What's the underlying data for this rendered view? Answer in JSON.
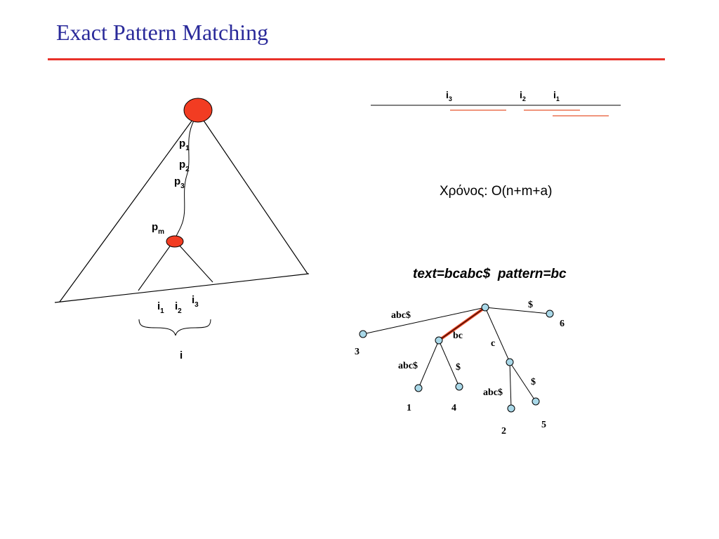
{
  "slide": {
    "title": "Exact Pattern Matching"
  },
  "left_diagram": {
    "path_labels": [
      {
        "base": "p",
        "sub": "1"
      },
      {
        "base": "p",
        "sub": "2"
      },
      {
        "base": "p",
        "sub": "3"
      },
      {
        "base": "p",
        "sub": "m"
      }
    ],
    "leaf_labels": [
      {
        "base": "i",
        "sub": "1"
      },
      {
        "base": "i",
        "sub": "2"
      },
      {
        "base": "i",
        "sub": "3"
      }
    ],
    "brace_label": "i",
    "node_color": "#f23c22"
  },
  "text_line": {
    "labels": [
      {
        "base": "i",
        "sub": "3"
      },
      {
        "base": "i",
        "sub": "2"
      },
      {
        "base": "i",
        "sub": "1"
      }
    ],
    "match_color": "#e8562e"
  },
  "complexity": "Χρόνος: O(n+m+a)",
  "example": {
    "caption": "text=bcabc$  pattern=bc",
    "edge_labels": [
      "abc$",
      "$",
      "bc",
      "c",
      "abc$",
      "$",
      "abc$",
      "$"
    ],
    "leaf_numbers": [
      "3",
      "6",
      "1",
      "4",
      "2",
      "5"
    ],
    "node_fill": "#a9d8e8",
    "highlight_color": "#e8401e"
  }
}
